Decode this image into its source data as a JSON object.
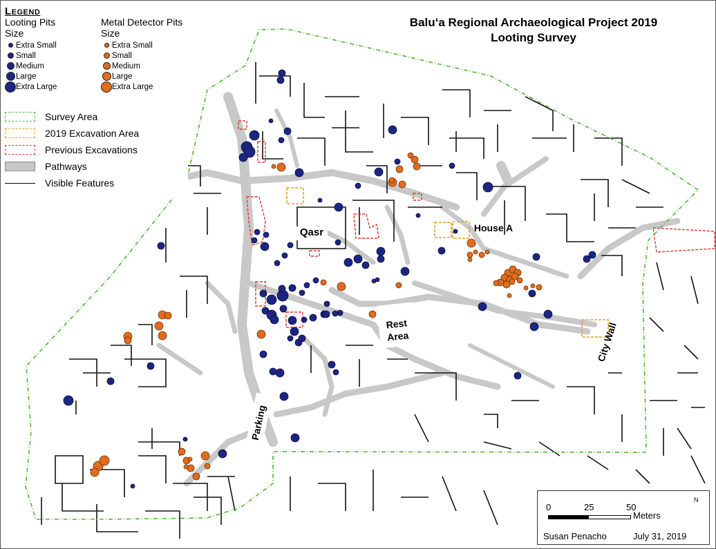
{
  "title": {
    "line1": "Baluʻa Regional Archaeological Project 2019",
    "line2": "Looting Survey"
  },
  "legend": {
    "heading": "Legend",
    "looting": {
      "header1": "Looting Pits",
      "header2": "Size",
      "color": "#1c2682",
      "items": [
        "Extra Small",
        "Small",
        "Medium",
        "Large",
        "Extra Large"
      ]
    },
    "metal": {
      "header1": "Metal Detector Pits",
      "header2": "Size",
      "color": "#e06d1d",
      "items": [
        "Extra Small",
        "Small",
        "Medium",
        "Large",
        "Extra Large"
      ]
    },
    "lines": [
      {
        "label": "Survey Area",
        "style": "dashed-green"
      },
      {
        "label": "2019 Excavation Area",
        "style": "dashed-yellow"
      },
      {
        "label": "Previous Excavations",
        "style": "dashed-red"
      },
      {
        "label": "Pathways",
        "style": "gray-fill"
      },
      {
        "label": "Visible Features",
        "style": "black-line"
      }
    ]
  },
  "map_labels": {
    "qasr": "Qasr",
    "house_a": "House A",
    "rest_area_1": "Rest",
    "rest_area_2": "Area",
    "parking": "Parking",
    "city_wall": "City Wall"
  },
  "scale": {
    "ticks": [
      "0",
      "25",
      "50"
    ],
    "unit": "Meters",
    "north": "N",
    "author": "Susan Penacho",
    "date": "July 31, 2019"
  },
  "colors": {
    "looting": "#1c2682",
    "metal": "#e06d1d",
    "survey": "#4db82e",
    "excavation2019": "#e6a21a",
    "previous": "#e0362c",
    "pathway": "#c8c8c8"
  }
}
